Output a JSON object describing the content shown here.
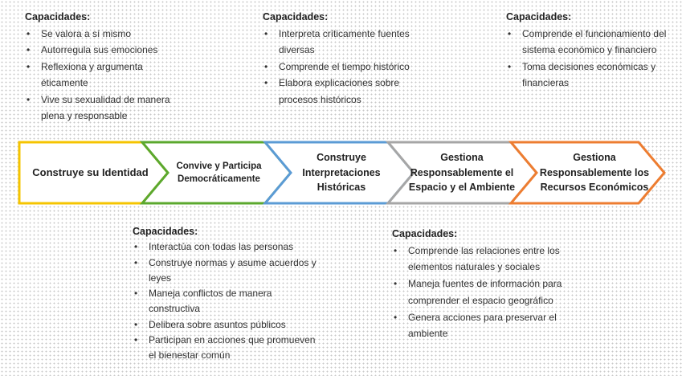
{
  "blocks": {
    "identidad": {
      "title": "Capacidades:",
      "items": [
        "Se valora a sí mismo",
        "Autorregula sus emociones",
        "Reflexiona y argumenta éticamente",
        "Vive su sexualidad de manera plena y responsable"
      ]
    },
    "historicas": {
      "title": "Capacidades:",
      "items": [
        "Interpreta críticamente fuentes diversas",
        "Comprende el tiempo histórico",
        "Elabora explicaciones sobre procesos históricos"
      ]
    },
    "economicos": {
      "title": "Capacidades:",
      "items": [
        "Comprende el funcionamiento del sistema económico  y financiero",
        "Toma decisiones económicas y financieras"
      ]
    },
    "convive": {
      "title": "Capacidades:",
      "items": [
        "Interactúa con todas las personas",
        "Construye normas y asume acuerdos y leyes",
        "Maneja conflictos de manera constructiva",
        "Delibera sobre asuntos públicos",
        "Participan en acciones que promueven el bienestar común"
      ]
    },
    "espacio": {
      "title": "Capacidades:",
      "items": [
        "Comprende las relaciones entre los elementos naturales y sociales",
        "Maneja fuentes de información para comprender el espacio geográfico",
        "Genera acciones para preservar el ambiente"
      ]
    }
  },
  "chevrons": [
    {
      "label": "Construye su Identidad",
      "color": "#F5C400"
    },
    {
      "label": "Convive y Participa Democráticamente",
      "color": "#5BA82E"
    },
    {
      "label": "Construye Interpretaciones Históricas",
      "color": "#5B9BD5"
    },
    {
      "label": "Gestiona Responsablemente el Espacio y el Ambiente",
      "color": "#A6A6A6"
    },
    {
      "label": "Gestiona Responsablemente los Recursos Económicos",
      "color": "#ED7D31"
    }
  ]
}
